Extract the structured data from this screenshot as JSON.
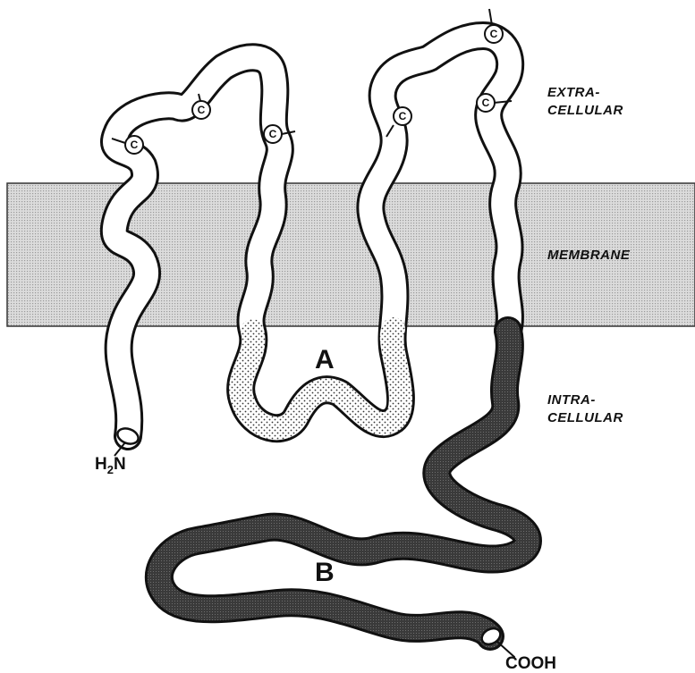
{
  "labels": {
    "extracellular_line1": "EXTRA-",
    "extracellular_line2": "CELLULAR",
    "membrane": "MEMBRANE",
    "intracellular_line1": "INTRA-",
    "intracellular_line2": "CELLULAR",
    "domain_a": "A",
    "domain_b": "B",
    "n_terminus_h": "H",
    "n_terminus_sub": "2",
    "n_terminus_n": "N",
    "c_terminus": "COOH",
    "cysteine": "C"
  }
}
